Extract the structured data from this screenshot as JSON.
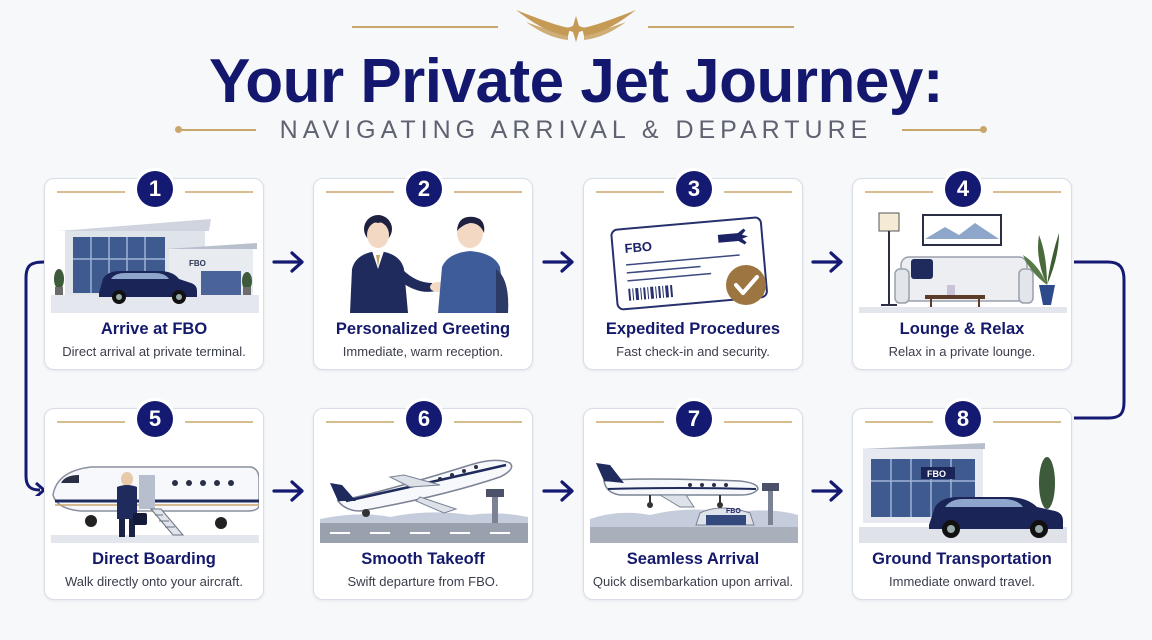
{
  "header": {
    "title": "Your Private Jet Journey:",
    "subtitle": "NAVIGATING ARRIVAL & DEPARTURE"
  },
  "colors": {
    "navy": "#141a72",
    "gold": "#c9a66b",
    "card_border": "#d9dde6",
    "background": "#f7f8fa"
  },
  "steps": [
    {
      "number": "1",
      "title": "Arrive at FBO",
      "description": "Direct arrival at private terminal.",
      "sign": "FBO",
      "icon": "terminal-car-icon"
    },
    {
      "number": "2",
      "title": "Personalized Greeting",
      "description": "Immediate, warm reception.",
      "icon": "greeting-people-icon"
    },
    {
      "number": "3",
      "title": "Expedited Procedures",
      "description": "Fast check-in and security.",
      "sign": "FBO",
      "icon": "boarding-pass-check-icon"
    },
    {
      "number": "4",
      "title": "Lounge & Relax",
      "description": "Relax in a private lounge.",
      "icon": "lounge-sofa-icon"
    },
    {
      "number": "5",
      "title": "Direct Boarding",
      "description": "Walk directly onto your aircraft.",
      "icon": "jet-boarding-icon"
    },
    {
      "number": "6",
      "title": "Smooth Takeoff",
      "description": "Swift departure from FBO.",
      "icon": "jet-takeoff-icon"
    },
    {
      "number": "7",
      "title": "Seamless Arrival",
      "description": "Quick disembarkation upon arrival.",
      "sign": "FBO",
      "icon": "jet-landing-icon"
    },
    {
      "number": "8",
      "title": "Ground Transportation",
      "description": "Immediate onward travel.",
      "sign": "FBO",
      "icon": "car-terminal-icon"
    }
  ]
}
